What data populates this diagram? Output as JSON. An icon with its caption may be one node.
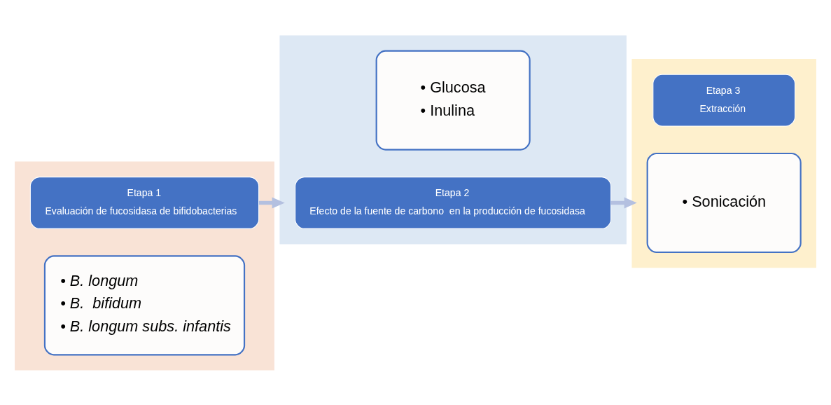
{
  "diagram": {
    "nodes": [
      {
        "text": [],
        "shape": "box"
      },
      {
        "text": [
          "• B. longum",
          "• B.  bifidum",
          "• B. longum subs. infantis"
        ],
        "in": 0
      },
      {
        "text": [
          "Etapa 1",
          "Evaluación de fucosidasa de bifidobacterias"
        ],
        "in": 0
      },
      {
        "text": [],
        "shape": "box"
      },
      {
        "text": [
          "Etapa 2",
          "Efecto de la fuente de carbono  en la producción de fucosidasa"
        ],
        "in": 3
      },
      {
        "text": [
          "• Glucosa",
          "• Inulina"
        ],
        "in": 3
      },
      {
        "text": [],
        "shape": "box"
      },
      {
        "text": [
          "• Sonicación"
        ],
        "in": 6
      },
      {
        "text": [
          "Etapa 3",
          "Extracción"
        ],
        "in": 6
      }
    ],
    "edges": [
      {
        "from": 2,
        "to": 3,
        "arrow": "to"
      },
      {
        "from": 4,
        "to": 6,
        "arrow": "to"
      }
    ]
  }
}
